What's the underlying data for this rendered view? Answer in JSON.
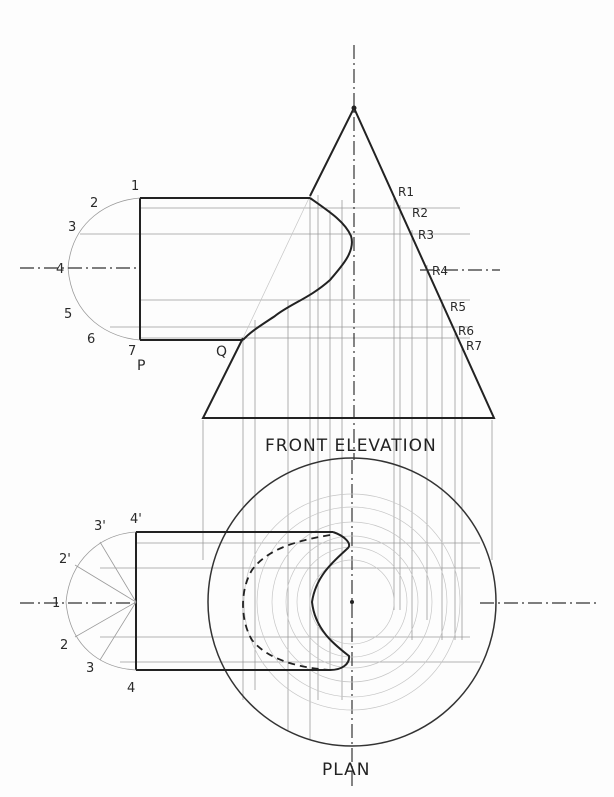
{
  "drawing": {
    "type": "orthographic projection - cone penetrated by cylinder (interpenetration)",
    "views": {
      "front_elevation": {
        "title": "FRONT ELEVATION",
        "cylinder_division_points": [
          "1",
          "2",
          "3",
          "4",
          "5",
          "6",
          "7"
        ],
        "cone_generator_points": [
          "R1",
          "R2",
          "R3",
          "R4",
          "R5",
          "R6",
          "R7"
        ],
        "point_labels": {
          "p": "P",
          "q": "Q"
        }
      },
      "plan": {
        "title": "PLAN",
        "cylinder_division_points": [
          "1",
          "2'",
          "3'",
          "4'",
          "2",
          "3",
          "4"
        ]
      }
    },
    "colors": {
      "ink": "#222222",
      "construction": "#9a9a9a",
      "paper": "#fdfdfd"
    }
  }
}
